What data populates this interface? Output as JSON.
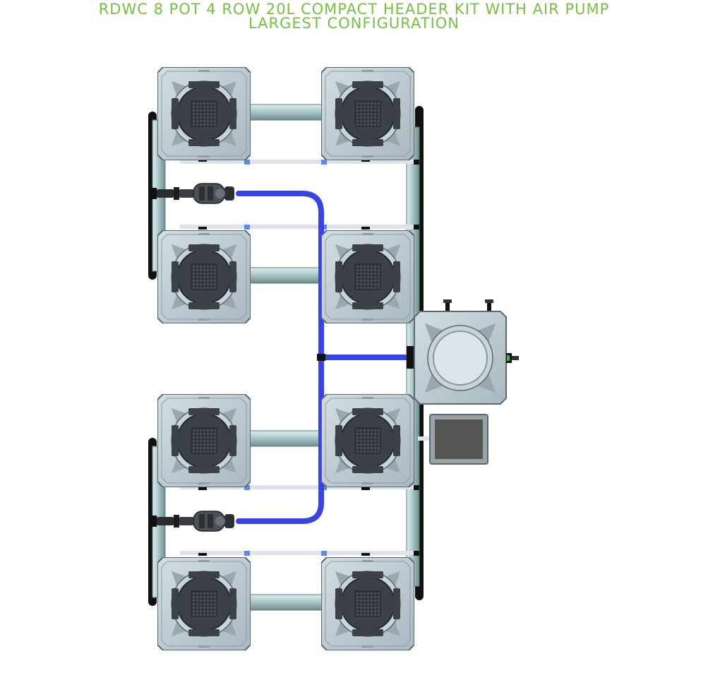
{
  "title_line_1": "RDWC 8 POT 4 ROW 20L COMPACT HEADER KIT WITH AIR PUMP",
  "title_line_2": "LARGEST CONFIGURATION",
  "colors": {
    "title": "#76c043",
    "pot_body": "#b8c6cf",
    "pot_edge": "#5c6870",
    "net_pot": "#3b4147",
    "pipe": "#a9c8c8",
    "air_line": "#3a44e0",
    "drip_line": "#e2e4ee",
    "controller": "#555555"
  },
  "components": {
    "grow_pots": 8,
    "header_tank": 1,
    "pumps": 2,
    "controller_box": 1
  }
}
